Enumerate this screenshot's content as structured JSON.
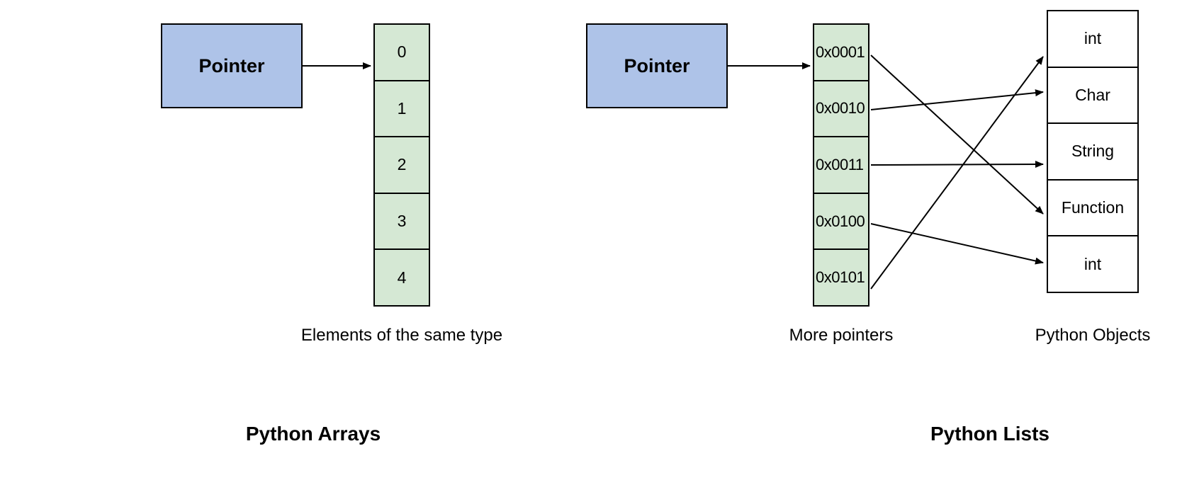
{
  "arrays_panel": {
    "pointer_label": "Pointer",
    "cells": [
      "0",
      "1",
      "2",
      "3",
      "4"
    ],
    "caption": "Elements of the same type",
    "title": "Python Arrays"
  },
  "lists_panel": {
    "pointer_label": "Pointer",
    "address_cells": [
      "0x0001",
      "0x0010",
      "0x0011",
      "0x0100",
      "0x0101"
    ],
    "object_cells": [
      "int",
      "Char",
      "String",
      "Function",
      "int"
    ],
    "links": [
      {
        "from": "0x0001",
        "from_index": 0,
        "to": "Function",
        "to_index": 3
      },
      {
        "from": "0x0010",
        "from_index": 1,
        "to": "Char",
        "to_index": 1
      },
      {
        "from": "0x0011",
        "from_index": 2,
        "to": "String",
        "to_index": 2
      },
      {
        "from": "0x0100",
        "from_index": 3,
        "to": "int",
        "to_index": 4
      },
      {
        "from": "0x0101",
        "from_index": 4,
        "to": "int",
        "to_index": 0
      }
    ],
    "pointers_caption": "More pointers",
    "objects_caption": "Python Objects",
    "title": "Python Lists"
  },
  "colors": {
    "pointer_fill": "#aec3e8",
    "cell_fill": "#d5e8d4",
    "object_fill": "#ffffff",
    "line": "#000000",
    "text": "#000000",
    "background": "#ffffff"
  }
}
